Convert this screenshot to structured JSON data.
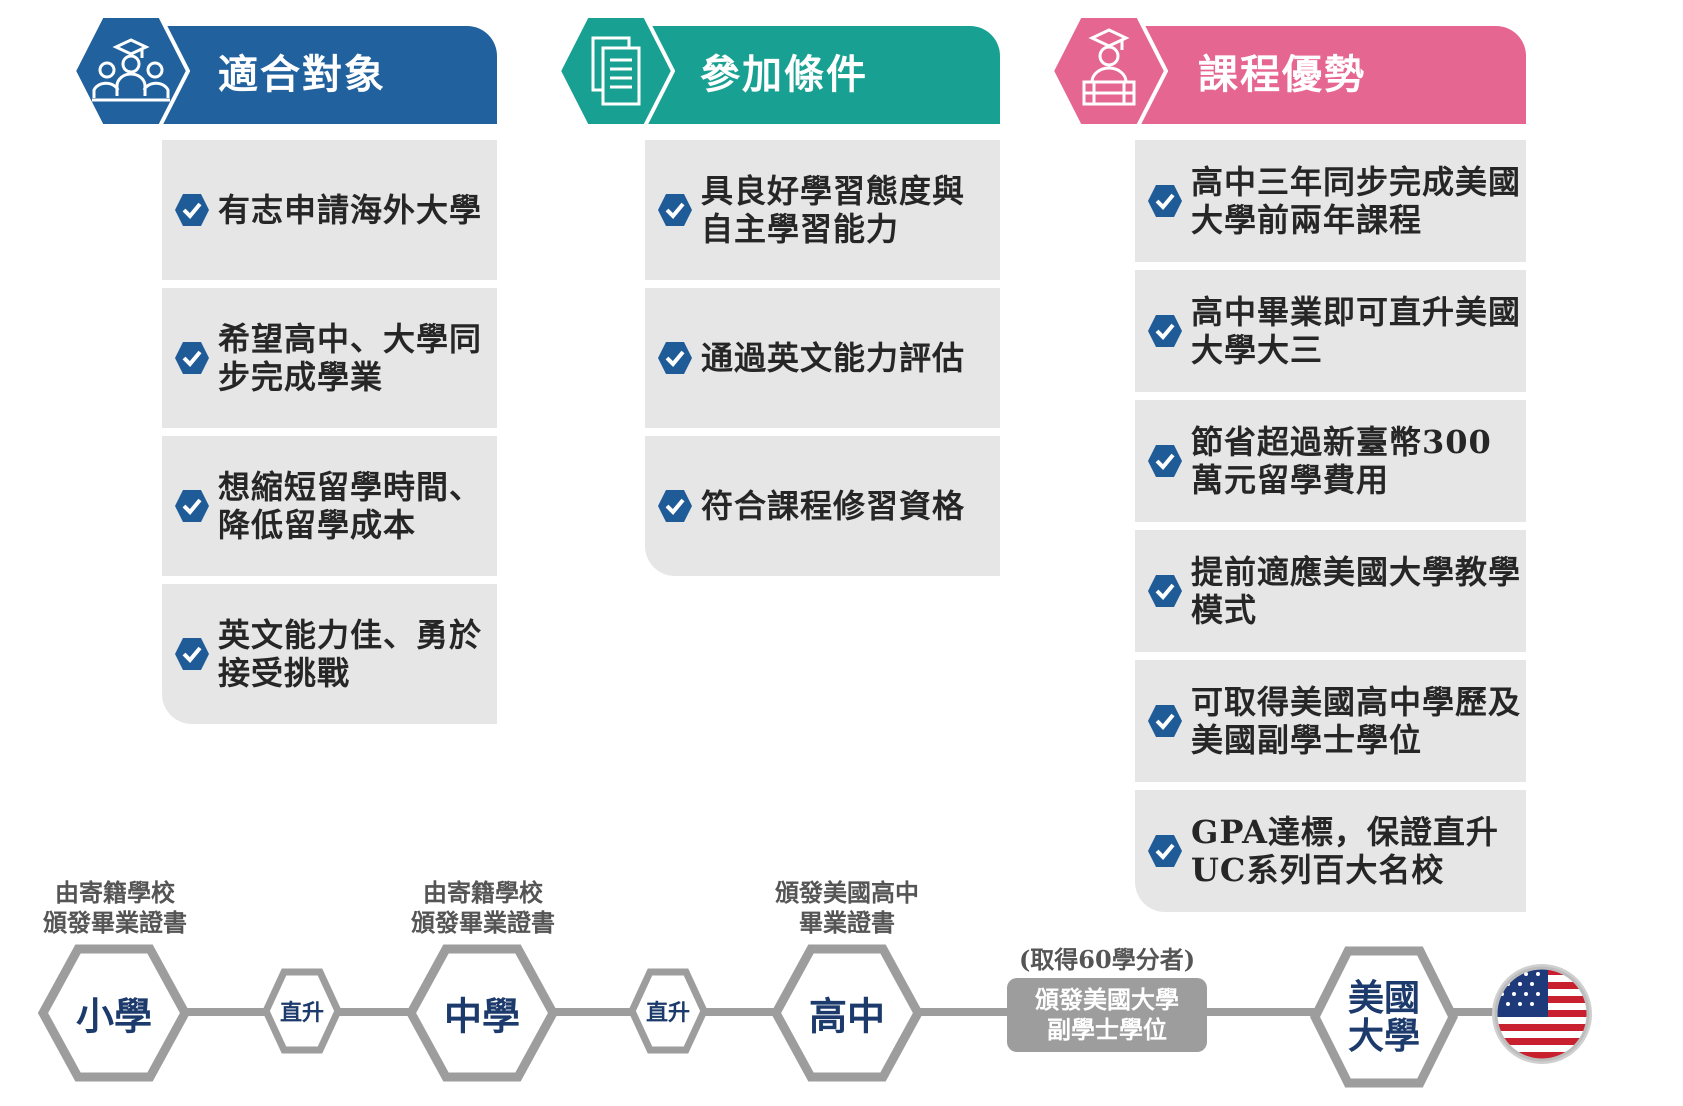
{
  "colors": {
    "blue": "#21619d",
    "teal": "#18a192",
    "pink": "#e56690",
    "card_bg": "#e6e6e7",
    "check": "#1f5b96",
    "timeline": "#9d9d9d",
    "node_text": "#1c3a6b"
  },
  "columns": [
    {
      "title": "適合對象",
      "icon": "group-graduate-icon",
      "items": [
        "有志申請海外大學",
        "希望高中、大學同步完成學業",
        "想縮短留學時間、降低留學成本",
        "英文能力佳、勇於接受挑戰"
      ]
    },
    {
      "title": "參加條件",
      "icon": "documents-icon",
      "items": [
        "具良好學習態度與自主學習能力",
        "通過英文能力評估",
        "符合課程修習資格"
      ]
    },
    {
      "title": "課程優勢",
      "icon": "graduate-books-icon",
      "items": [
        "高中三年同步完成美國大學前兩年課程",
        "高中畢業即可直升美國大學大三",
        "節省超過新臺幣300萬元留學費用",
        "提前適應美國大學教學模式",
        "可取得美國高中學歷及美國副學士學位",
        "GPA達標，保證直升UC系列百大名校"
      ]
    }
  ],
  "timeline": {
    "captions": [
      "由寄籍學校\n頒發畢業證書",
      "由寄籍學校\n頒發畢業證書",
      "頒發美國高中\n畢業證書"
    ],
    "nodes": [
      "小學",
      "中學",
      "高中",
      "美國\n大學"
    ],
    "connectors": [
      "直升",
      "直升"
    ],
    "pill_note": "(取得60學分者)",
    "pill_lines": [
      "頒發美國大學",
      "副學士學位"
    ],
    "flag_icon": "us-flag-icon"
  }
}
